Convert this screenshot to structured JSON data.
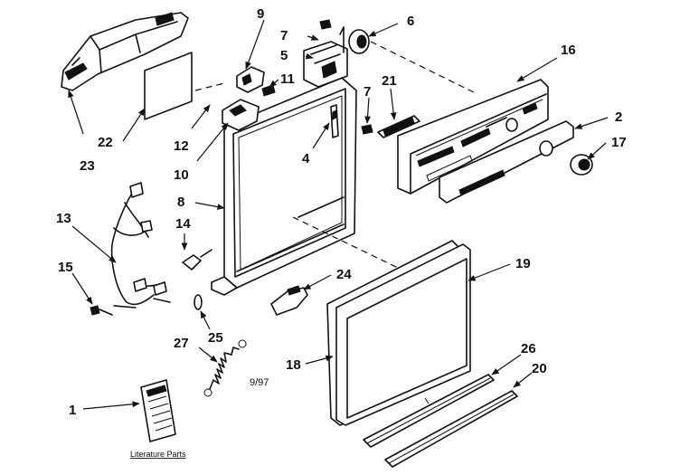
{
  "diagram": {
    "callouts": {
      "c1": "1",
      "c2": "2",
      "c4": "4",
      "c5": "5",
      "c6": "6",
      "c7a": "7",
      "c7b": "7",
      "c8": "8",
      "c9": "9",
      "c10": "10",
      "c11": "11",
      "c12": "12",
      "c13": "13",
      "c14": "14",
      "c15": "15",
      "c16": "16",
      "c17": "17",
      "c18": "18",
      "c19": "19",
      "c20": "20",
      "c21": "21",
      "c22": "22",
      "c23": "23",
      "c24": "24",
      "c25": "25",
      "c26": "26",
      "c27": "27"
    },
    "date_code": "9/97",
    "literature_caption": "Literature Parts"
  }
}
